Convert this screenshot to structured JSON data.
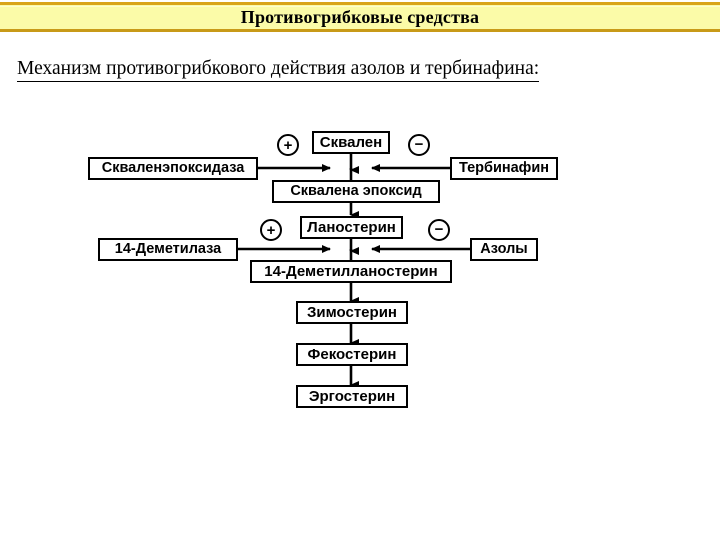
{
  "slide": {
    "title": "Противогрибковые средства",
    "subtitle": "Механизм противогрибкового действия азолов и тербинафина:",
    "banner_fill": "#fbfba8",
    "banner_border": "#d9a41a"
  },
  "diagram": {
    "type": "flowchart",
    "caption": "Механизм противогрибкового действия азолов и тербинафина",
    "nodes": {
      "squalene": "Сквален",
      "squalene_epoxidase": "Скваленэпоксидаза",
      "terbinafine": "Тербинафин",
      "squalene_epoxide": "Сквалена эпоксид",
      "lanosterol": "Ланостерин",
      "demethylase": "14-Деметилаза",
      "azoles": "Азолы",
      "demethyl_lanosterol": "14-Деметилланостерин",
      "zymosterol": "Зимостерин",
      "fecosterol": "Фекостерин",
      "ergosterol": "Эргостерин"
    },
    "signs": {
      "plus_top": "+",
      "minus_top": "−",
      "plus_bottom": "+",
      "minus_bottom": "−"
    },
    "pathway": [
      "Сквален",
      "Сквалена эпоксид",
      "Ланостерин",
      "14-Деметилланостерин",
      "Зимостерин",
      "Фекостерин",
      "Эргостерин"
    ],
    "regulators": [
      {
        "agent": "Скваленэпоксидаза",
        "effect": "+",
        "step": "Сквален → Сквалена эпоксид"
      },
      {
        "agent": "Тербинафин",
        "effect": "−",
        "step": "Сквален → Сквалена эпоксид"
      },
      {
        "agent": "14-Деметилаза",
        "effect": "+",
        "step": "Ланостерин → 14-Деметилланостерин"
      },
      {
        "agent": "Азолы",
        "effect": "−",
        "step": "Ланостерин → 14-Деметилланостерин"
      }
    ]
  }
}
